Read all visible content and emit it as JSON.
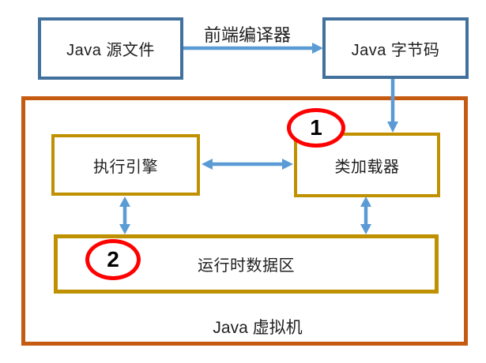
{
  "diagram": {
    "boxes": {
      "java_source": {
        "label": "Java 源文件"
      },
      "java_bytecode": {
        "label": "Java 字节码"
      },
      "execution_engine": {
        "label": "执行引擎"
      },
      "class_loader": {
        "label": "类加载器"
      },
      "runtime_data_area": {
        "label": "运行时数据区"
      },
      "jvm": {
        "label": "Java 虚拟机"
      }
    },
    "arrow_labels": {
      "frontend_compiler": "前端编译器"
    },
    "badges": {
      "step1": "1",
      "step2": "2"
    },
    "colors": {
      "box_blue_border": "#41719C",
      "arrow_blue": "#5B9BD5",
      "gold_border": "#BF9000",
      "jvm_orange_border": "#C55A11",
      "badge_red": "#FF0000",
      "text": "#1F1F1F",
      "background": "#FFFFFF"
    }
  }
}
